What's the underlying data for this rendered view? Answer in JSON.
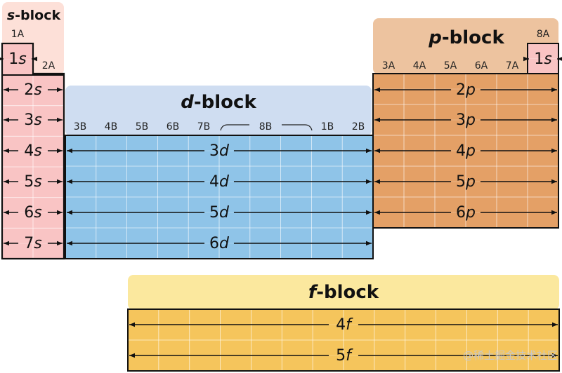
{
  "blocks": {
    "s": {
      "letter": "s",
      "suffix": "-block",
      "groups": [
        "1A",
        "2A"
      ],
      "orbitals": [
        "1s",
        "2s",
        "3s",
        "4s",
        "5s",
        "6s",
        "7s"
      ]
    },
    "p": {
      "letter": "p",
      "suffix": "-block",
      "groups": [
        "3A",
        "4A",
        "5A",
        "6A",
        "7A",
        "8A"
      ],
      "orbitals": [
        "2p",
        "3p",
        "4p",
        "5p",
        "6p"
      ],
      "he_orbital": "1s"
    },
    "d": {
      "letter": "d",
      "suffix": "-block",
      "groups": [
        "3B",
        "4B",
        "5B",
        "6B",
        "7B",
        "8B",
        "1B",
        "2B"
      ],
      "orbitals": [
        "3d",
        "4d",
        "5d",
        "6d"
      ]
    },
    "f": {
      "letter": "f",
      "suffix": "-block",
      "orbitals": [
        "4f",
        "5f"
      ]
    }
  },
  "colors": {
    "s_cell": "#f9c4c4",
    "s_header": "#fde0d8",
    "p_cell": "#e4a066",
    "p_header": "#edc39f",
    "d_cell": "#8fc4e8",
    "d_header": "#cfddf1",
    "f_cell": "#f5c55c",
    "f_header": "#fbe89e"
  },
  "watermark": "@稀土掘金技术社区"
}
